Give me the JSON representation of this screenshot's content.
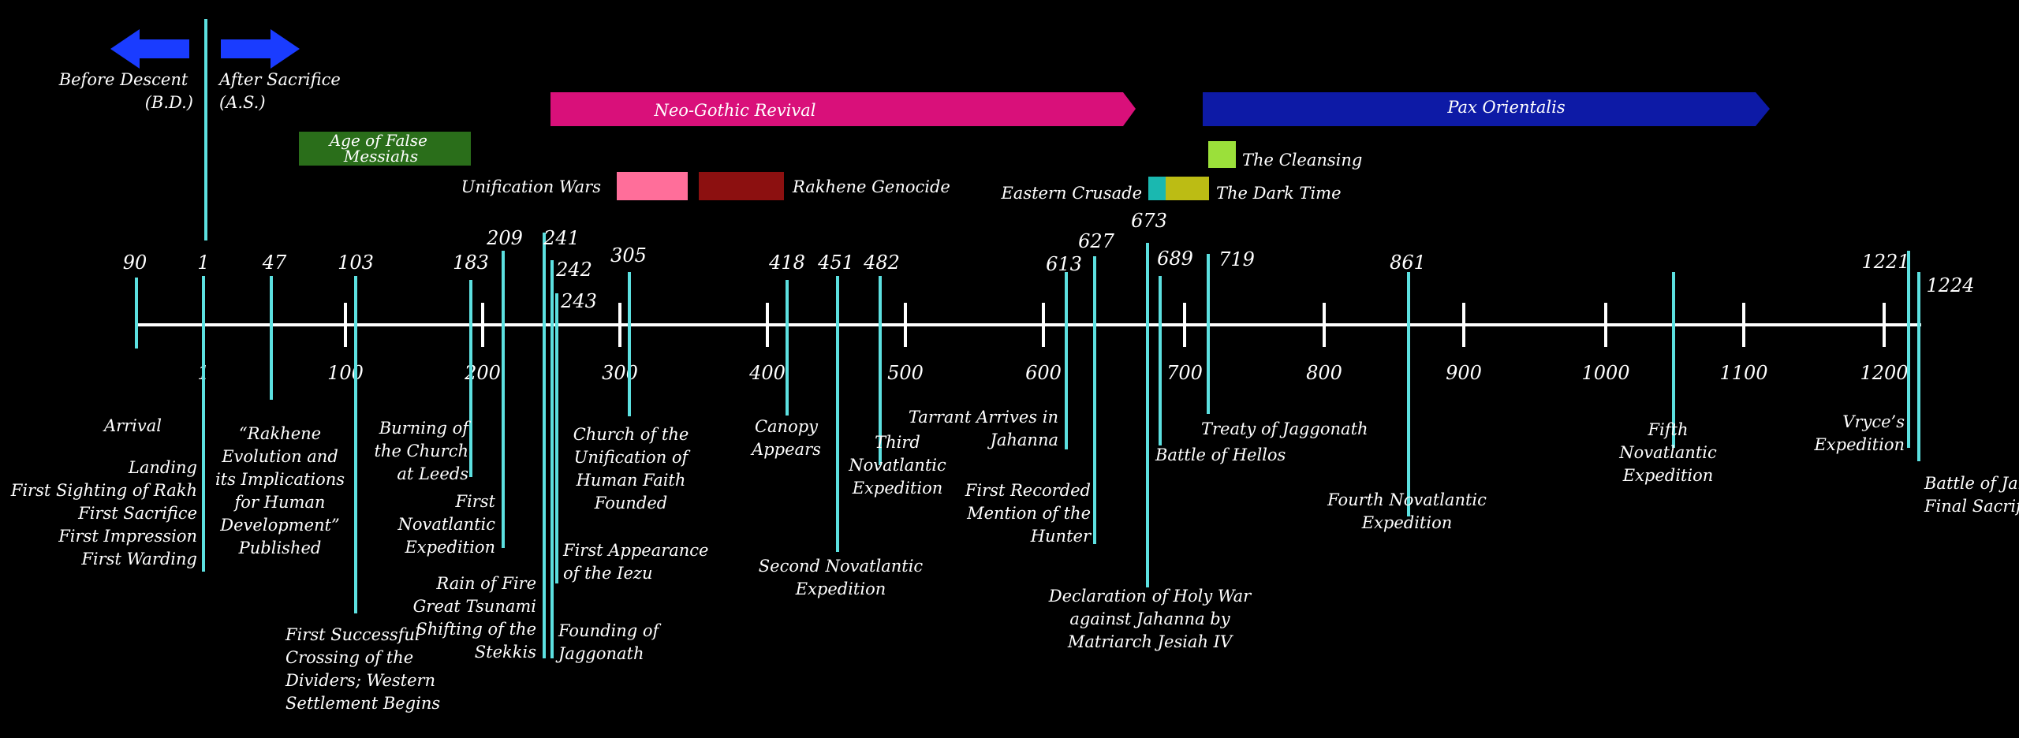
{
  "colors": {
    "background": "#000000",
    "axis": "#ffffff",
    "marker": "#5ce0e0",
    "era_arrow": "#1a3cff",
    "neo_gothic": "#d9107a",
    "pax_orientalis": "#0d1aa6",
    "age_false_messiahs": "#2a6e1a",
    "unification_wars": "#ff6e9a",
    "rakhene_genocide": "#8c1010",
    "cleansing": "#9be03a",
    "eastern_crusade": "#1ab8b0",
    "dark_time": "#bcbc14"
  },
  "arrows": {
    "left_label": [
      "Before Descent",
      "(B.D.)"
    ],
    "right_label": [
      "After Sacrifice",
      "(A.S.)"
    ]
  },
  "periods": {
    "neo_gothic": "Neo-Gothic Revival",
    "pax_orientalis": "Pax Orientalis",
    "age_false_messiahs": [
      "Age of False",
      "Messiahs"
    ],
    "unification_wars": "Unification Wars",
    "rakhene_genocide": "Rakhene Genocide",
    "cleansing": "The Cleansing",
    "eastern_crusade": "Eastern Crusade",
    "dark_time": "The Dark Time"
  },
  "axis_labels": [
    {
      "name": "century",
      "value": 1,
      "text": "1"
    },
    {
      "name": "century",
      "value": 100,
      "text": "100"
    },
    {
      "name": "century",
      "value": 200,
      "text": "200"
    },
    {
      "name": "century",
      "value": 300,
      "text": "300"
    },
    {
      "name": "century",
      "value": 400,
      "text": "400"
    },
    {
      "name": "century",
      "value": 500,
      "text": "500"
    },
    {
      "name": "century",
      "value": 600,
      "text": "600"
    },
    {
      "name": "century",
      "value": 700,
      "text": "700"
    },
    {
      "name": "century",
      "value": 800,
      "text": "800"
    },
    {
      "name": "century",
      "value": 900,
      "text": "900"
    },
    {
      "name": "century",
      "value": 1000,
      "text": "1000"
    },
    {
      "name": "century",
      "value": 1100,
      "text": "1100"
    },
    {
      "name": "century",
      "value": 1200,
      "text": "1200"
    }
  ],
  "events": [
    {
      "year": "90",
      "lines": [
        "Arrival"
      ]
    },
    {
      "year": "1",
      "lines": [
        "Landing",
        "First Sighting of Rakh",
        "First Sacrifice",
        "First Impression",
        "First Warding"
      ]
    },
    {
      "year": "47",
      "lines": [
        "“Rakhene",
        "Evolution and",
        "its Implications",
        "for Human",
        "Development”",
        "Published"
      ]
    },
    {
      "year": "103",
      "lines": [
        "First Successful",
        "Crossing of the",
        "Dividers; Western",
        "Settlement Begins"
      ]
    },
    {
      "year": "183",
      "lines": [
        "Burning of",
        "the Church",
        "at Leeds"
      ]
    },
    {
      "year": "209",
      "lines": [
        "First",
        "Novatlantic",
        "Expedition"
      ]
    },
    {
      "year": "241",
      "lines": [
        "Rain of Fire",
        "Great Tsunami",
        "Shifting of the",
        "Stekkis"
      ]
    },
    {
      "year": "242",
      "lines": [
        "Founding of",
        "Jaggonath"
      ]
    },
    {
      "year": "243",
      "lines": [
        "First Appearance",
        "of the Iezu"
      ]
    },
    {
      "year": "305",
      "lines": [
        "Church of the",
        "Unification of",
        "Human Faith",
        "Founded"
      ]
    },
    {
      "year": "418",
      "lines": [
        "Canopy",
        "Appears"
      ]
    },
    {
      "year": "451",
      "lines": [
        "Second Novatlantic",
        "Expedition"
      ]
    },
    {
      "year": "482",
      "lines": [
        "Third",
        "Novatlantic",
        "Expedition"
      ]
    },
    {
      "year": "613",
      "lines": [
        "Tarrant Arrives in",
        "Jahanna"
      ]
    },
    {
      "year": "627",
      "lines": [
        "First Recorded",
        "Mention of the",
        "Hunter"
      ]
    },
    {
      "year": "673",
      "lines": [
        "Declaration of Holy War",
        "against Jahanna  by",
        "Matriarch Jesiah IV"
      ]
    },
    {
      "year": "689",
      "lines": [
        "Battle of Hellos"
      ]
    },
    {
      "year": "719",
      "lines": [
        "Treaty of Jaggonath"
      ]
    },
    {
      "year": "861",
      "lines": [
        "Fourth Novatlantic",
        "Expedition"
      ]
    },
    {
      "year": "",
      "lines": [
        "Fifth",
        "Novatlantic",
        "Expedition"
      ]
    },
    {
      "year": "1221",
      "lines": [
        "Vryce’s",
        "Expedition"
      ]
    },
    {
      "year": "1224",
      "lines": [
        "Battle of Jahanna",
        "Final Sacrifice"
      ]
    }
  ]
}
